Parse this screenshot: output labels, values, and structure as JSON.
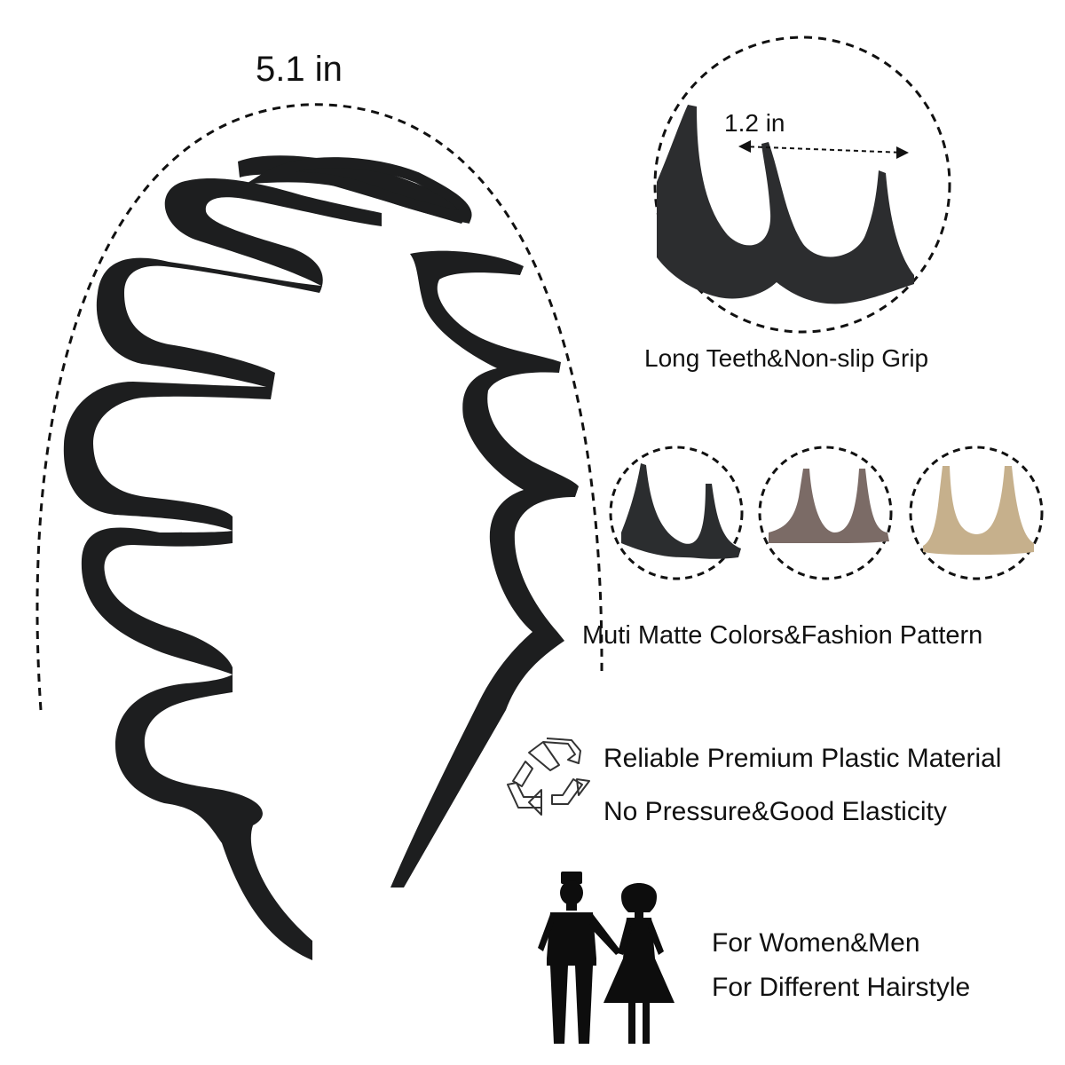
{
  "dimensions": {
    "band_width": "5.1 in",
    "teeth_spacing": "1.2 in"
  },
  "captions": {
    "teeth": "Long Teeth&Non-slip Grip",
    "colors": "Muti Matte Colors&Fashion Pattern"
  },
  "features": {
    "material": "Reliable Premium Plastic Material",
    "elasticity": "No Pressure&Good Elasticity",
    "audience": "For Women&Men",
    "hairstyle": "For Different Hairstyle"
  },
  "icons": {
    "recycle": "recycle-icon",
    "people": "man-woman-icon"
  },
  "color_variants": [
    "#2b2d2f",
    "#7b6b66",
    "#c6b08c"
  ]
}
